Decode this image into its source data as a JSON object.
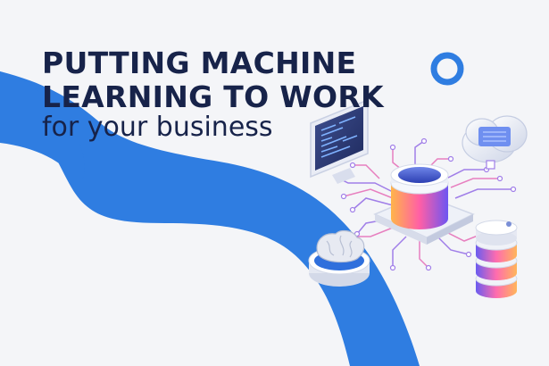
{
  "headline": {
    "line1": "PUTTING MACHINE",
    "line2": "LEARNING TO WORK",
    "subline": "for your business"
  },
  "colors": {
    "background": "#f4f5f8",
    "wave": "#2f7de1",
    "text": "#17234a",
    "ring": "#2f7de1",
    "circuit_purple": "#a07ee8",
    "circuit_pink": "#e77fbf"
  },
  "icons": [
    "monitor-icon",
    "cloud-icon",
    "chip-icon",
    "brain-icon",
    "database-icon",
    "ring-icon"
  ]
}
